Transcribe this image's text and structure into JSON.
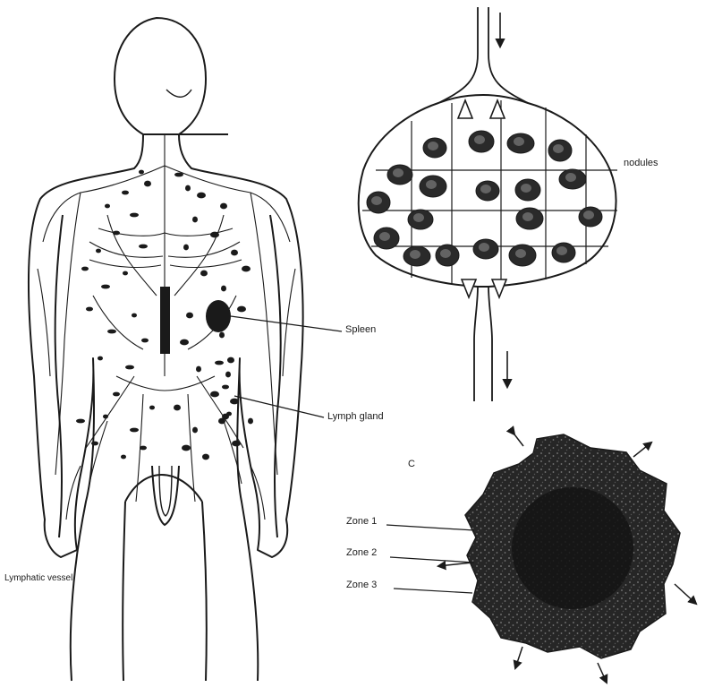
{
  "figure": {
    "labels": {
      "spleen": "Spleen",
      "lymph_gland": "Lymph gland",
      "lymphatic_vessel": "Lymphatic vessel",
      "nodules": "nodules",
      "panel_c": "C",
      "zone1": "Zone 1",
      "zone2": "Zone 2",
      "zone3": "Zone 3"
    }
  }
}
